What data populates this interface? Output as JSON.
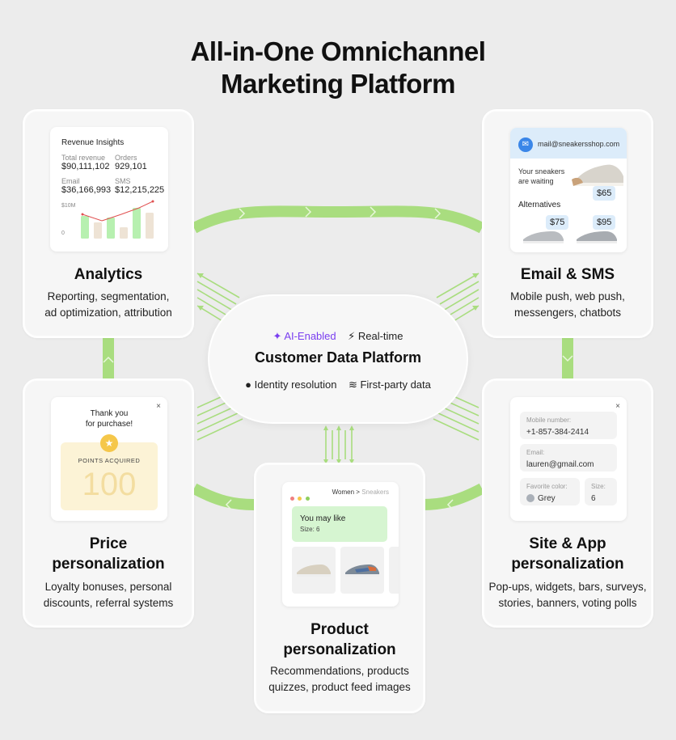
{
  "title_line1": "All-in-One Omnichannel",
  "title_line2": "Marketing Platform",
  "colors": {
    "flow": "#a9dd7f",
    "flow_dark": "#8fcf5e",
    "accent_ai": "#7a3ef0",
    "bar_green": "#b7f0b0",
    "bar_beige": "#eee3d5"
  },
  "analytics": {
    "title": "Analytics",
    "desc_line1": "Reporting, segmentation,",
    "desc_line2": "ad optimization, attribution",
    "widget": {
      "heading": "Revenue Insights",
      "total_label": "Total revenue",
      "total_value": "$90,111,102",
      "orders_label": "Orders",
      "orders_value": "929,101",
      "email_label": "Email",
      "email_value": "$36,166,993",
      "sms_label": "SMS",
      "sms_value": "$12,215,225",
      "axis_top": "$10M",
      "axis_bottom": "0"
    }
  },
  "email_sms": {
    "title": "Email & SMS",
    "desc_line1": "Mobile push, web push,",
    "desc_line2": "messengers, chatbots",
    "widget": {
      "address": "mail@sneakersshop.com",
      "waiting_line1": "Your sneakers",
      "waiting_line2": "are waiting",
      "price_main": "$65",
      "alternatives": "Alternatives",
      "price_alt1": "$75",
      "price_alt2": "$95"
    }
  },
  "cdp": {
    "ai": "AI-Enabled",
    "realtime": "Real-time",
    "title": "Customer Data Platform",
    "identity": "Identity resolution",
    "first_party": "First-party data"
  },
  "price": {
    "title_line1": "Price",
    "title_line2": "personalization",
    "desc_line1": "Loyalty bonuses, personal",
    "desc_line2": "discounts, referral systems",
    "widget": {
      "close": "×",
      "thanks_line1": "Thank you",
      "thanks_line2": "for purchase!",
      "points_label": "POINTS ACQUIRED",
      "points_value": "100"
    }
  },
  "site_app": {
    "title_line1": "Site & App",
    "title_line2": "personalization",
    "desc_line1": "Pop-ups, widgets, bars, surveys,",
    "desc_line2": "stories, banners, voting polls",
    "widget": {
      "close": "×",
      "mobile_label": "Mobile number:",
      "mobile_value": "+1-857-384-2414",
      "email_label": "Email:",
      "email_value": "lauren@gmail.com",
      "color_label": "Favorite color:",
      "color_value": "Grey",
      "size_label": "Size:",
      "size_value": "6"
    }
  },
  "product": {
    "title_line1": "Product",
    "title_line2": "personalization",
    "desc_line1": "Recommendations, products",
    "desc_line2": "quizzes, product feed images",
    "widget": {
      "crumb_women": "Women",
      "crumb_sep": ">",
      "crumb_sneakers": "Sneakers",
      "may_like": "You may like",
      "size": "Size: 6"
    }
  }
}
